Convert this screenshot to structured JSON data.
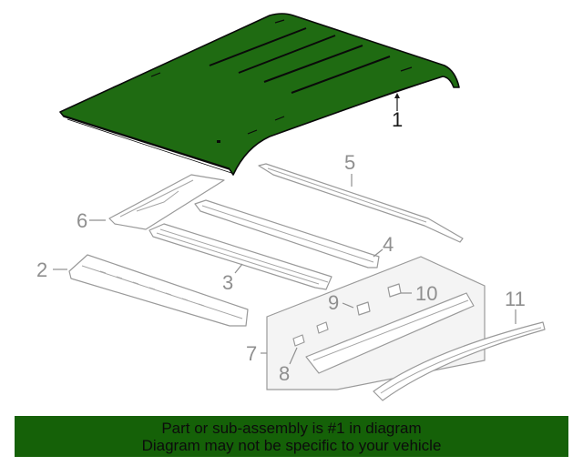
{
  "diagram": {
    "highlight_color": "#1f6b12",
    "callouts": [
      {
        "id": "1",
        "label": "1",
        "highlighted": true
      },
      {
        "id": "2",
        "label": "2"
      },
      {
        "id": "3",
        "label": "3"
      },
      {
        "id": "4",
        "label": "4"
      },
      {
        "id": "5",
        "label": "5"
      },
      {
        "id": "6",
        "label": "6"
      },
      {
        "id": "7",
        "label": "7"
      },
      {
        "id": "8",
        "label": "8"
      },
      {
        "id": "9",
        "label": "9"
      },
      {
        "id": "10",
        "label": "10"
      },
      {
        "id": "11",
        "label": "11"
      }
    ]
  },
  "banner": {
    "line1": "Part or sub-assembly is #1 in diagram",
    "line2": "Diagram may not be specific to your vehicle",
    "background": "#156108"
  }
}
